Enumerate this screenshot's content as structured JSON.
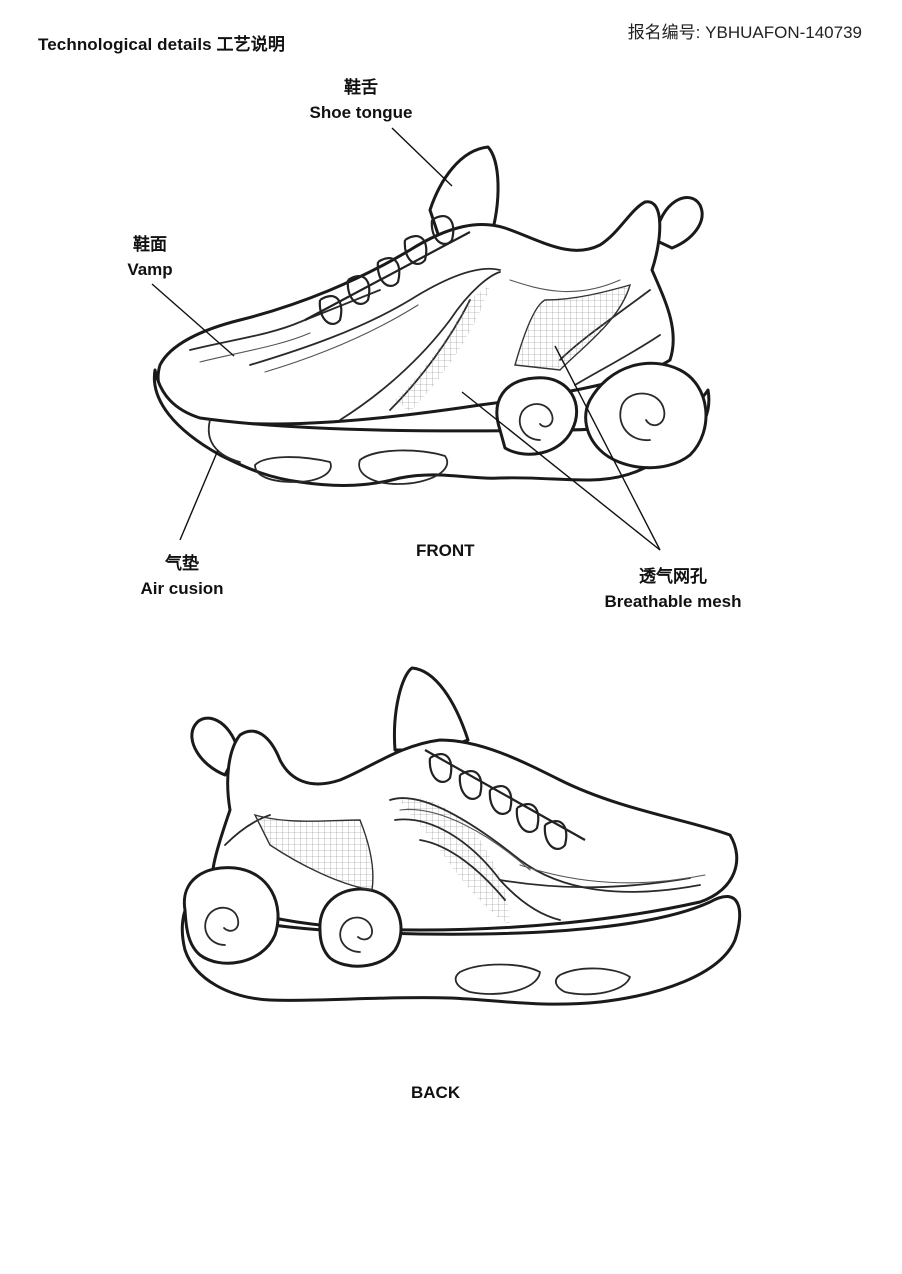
{
  "header": {
    "title": "Technological details 工艺说明",
    "reg_label": "报名编号:",
    "reg_number": "YBHUAFON-140739"
  },
  "callouts": {
    "shoe_tongue": {
      "zh": "鞋舌",
      "en": "Shoe tongue"
    },
    "vamp": {
      "zh": "鞋面",
      "en": "Vamp"
    },
    "air_cushion": {
      "zh": "气垫",
      "en": "Air cusion"
    },
    "mesh": {
      "zh": "透气网孔",
      "en": "Breathable mesh"
    }
  },
  "views": {
    "front": "FRONT",
    "back": "BACK"
  }
}
